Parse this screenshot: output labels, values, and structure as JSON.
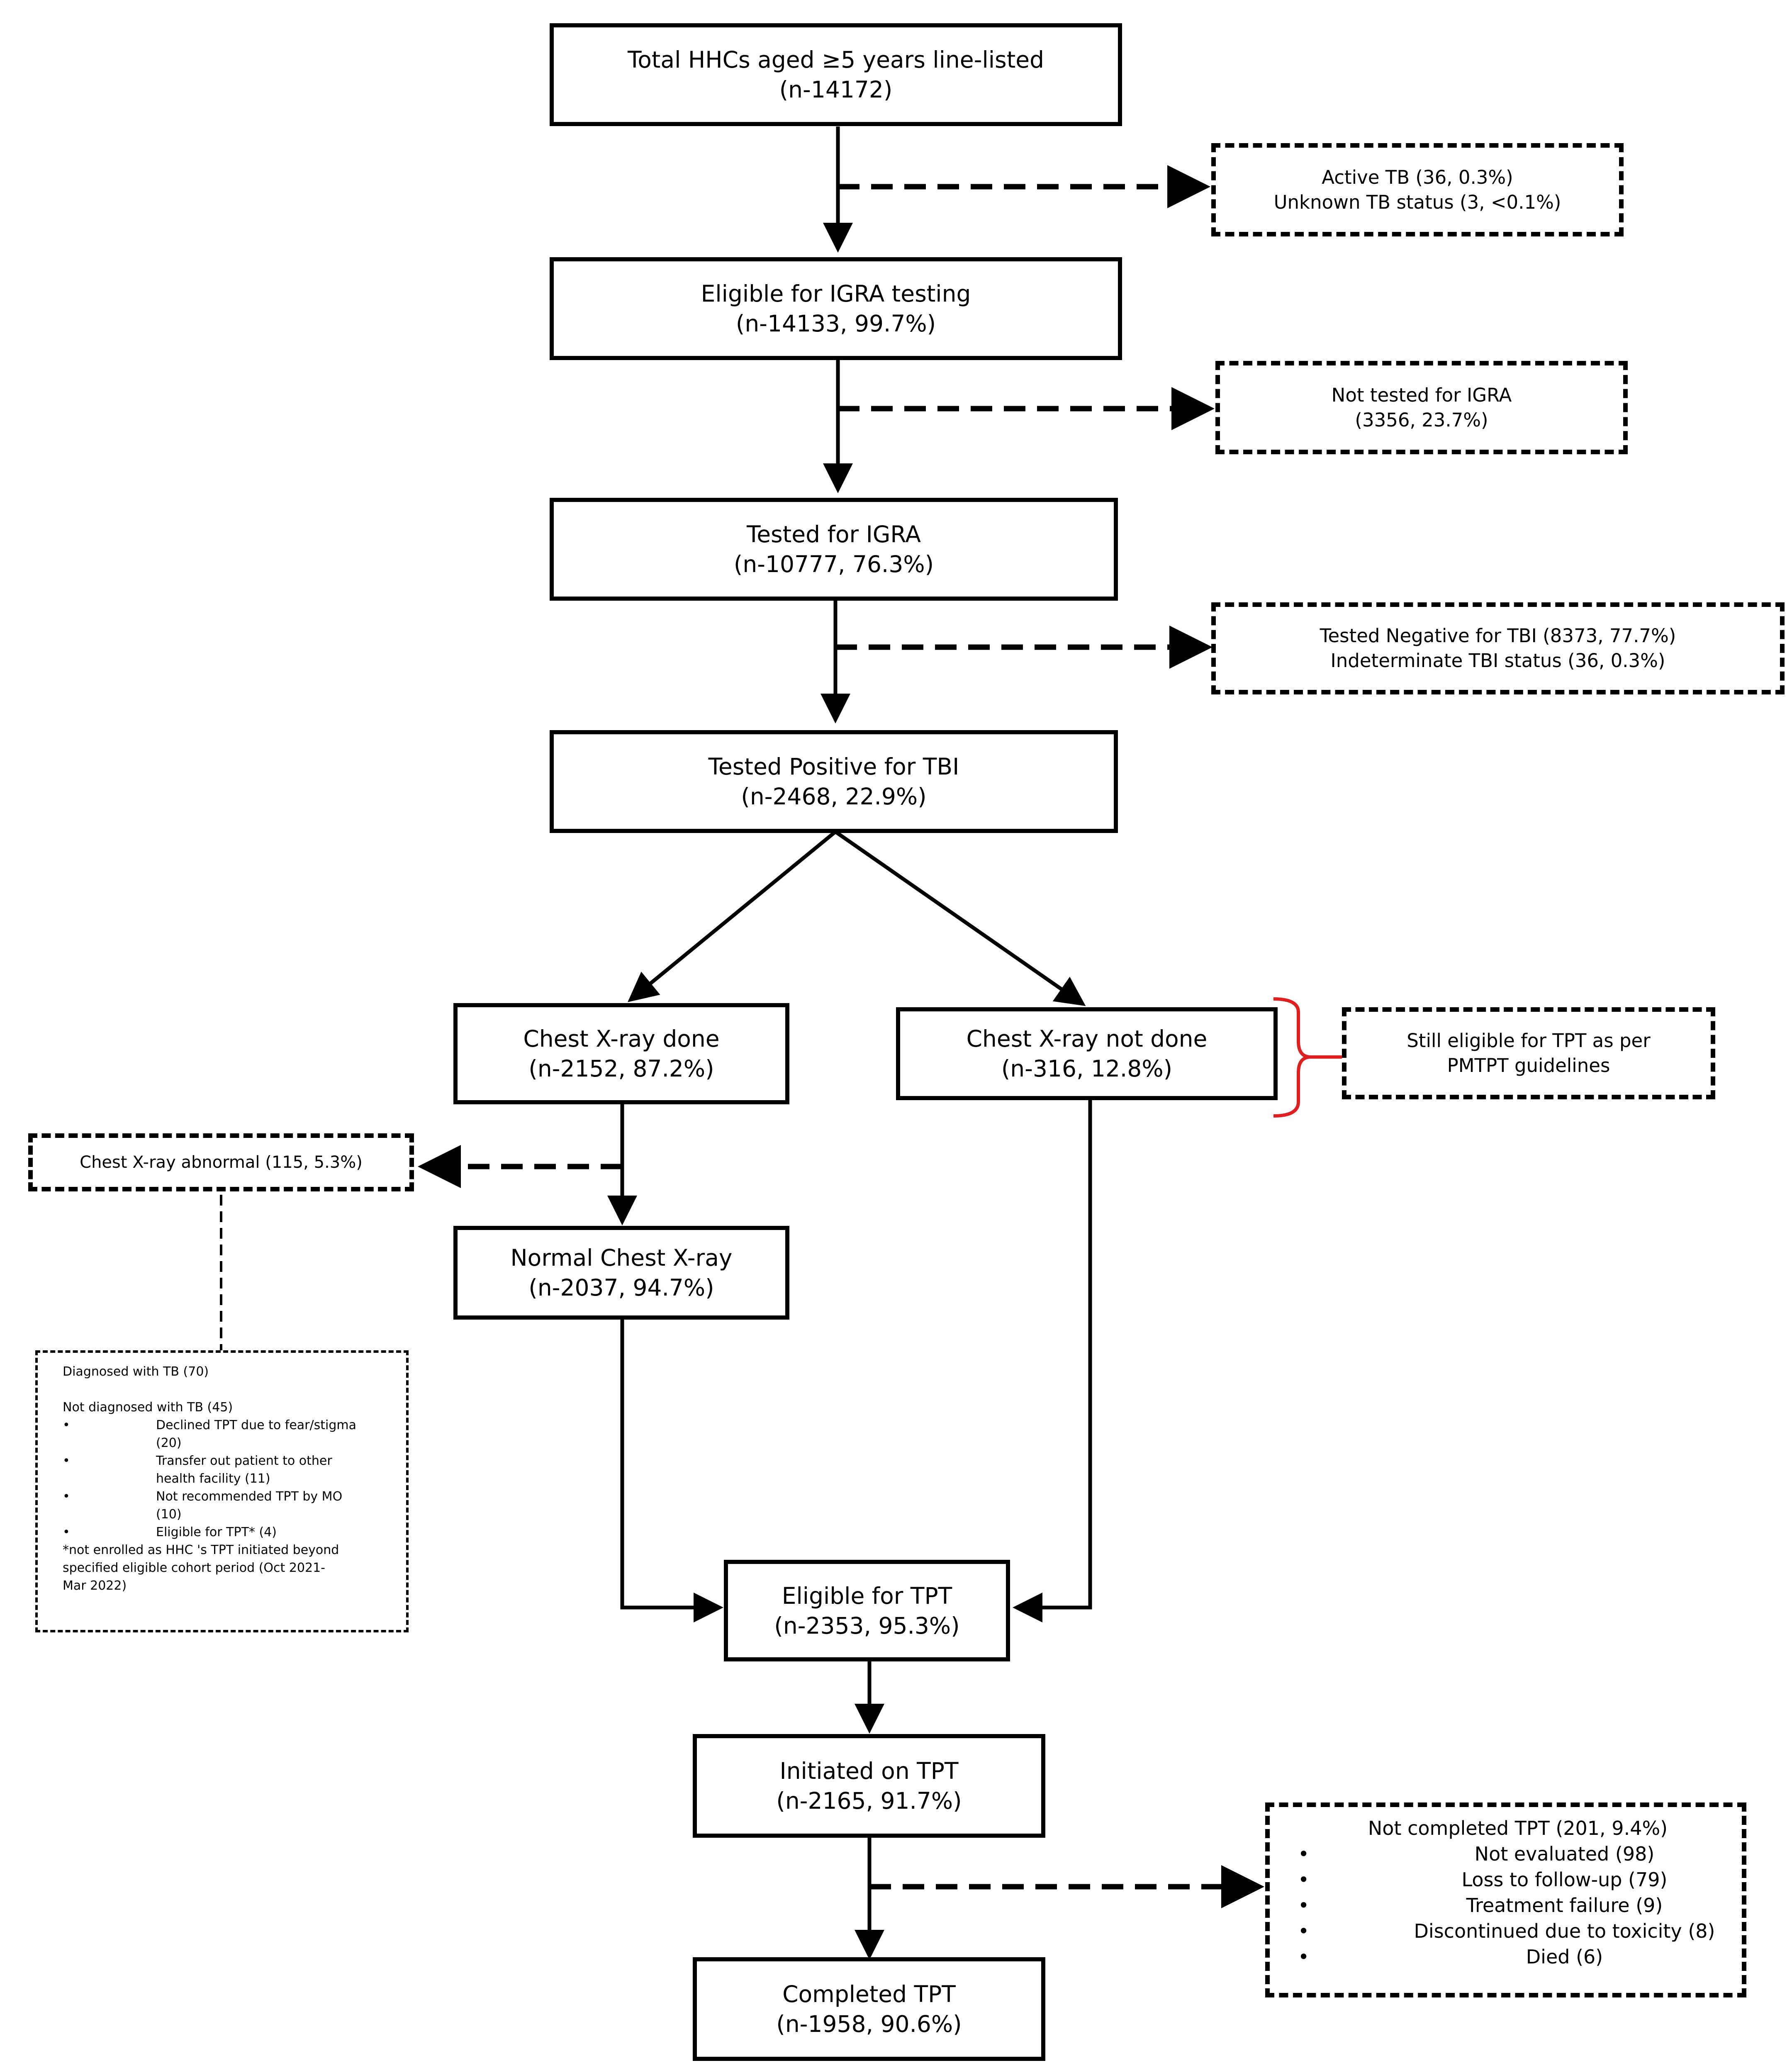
{
  "boxes": {
    "total": {
      "line1": "Total HHCs aged ≥5 years line-listed",
      "line2": "(n-14172)"
    },
    "eligible_igra": {
      "line1": "Eligible for IGRA testing",
      "line2": "(n-14133, 99.7%)"
    },
    "tested_igra": {
      "line1": "Tested for IGRA",
      "line2": "(n-10777, 76.3%)"
    },
    "positive_tbi": {
      "line1": "Tested Positive for TBI",
      "line2": "(n-2468, 22.9%)"
    },
    "cxr_done": {
      "line1": "Chest X-ray done",
      "line2": "(n-2152, 87.2%)"
    },
    "cxr_not_done": {
      "line1": "Chest X-ray not done",
      "line2": "(n-316, 12.8%)"
    },
    "normal_cxr": {
      "line1": "Normal Chest X-ray",
      "line2": "(n-2037, 94.7%)"
    },
    "eligible_tpt": {
      "line1": "Eligible for TPT",
      "line2": "(n-2353, 95.3%)"
    },
    "initiated_tpt": {
      "line1": "Initiated on TPT",
      "line2": "(n-2165, 91.7%)"
    },
    "completed_tpt": {
      "line1": "Completed TPT",
      "line2": "(n-1958, 90.6%)"
    }
  },
  "exclusions": {
    "active_tb": {
      "line1": "Active TB (36, 0.3%)",
      "line2": "Unknown TB status (3, <0.1%)"
    },
    "not_tested": {
      "line1": "Not tested for IGRA",
      "line2": "(3356, 23.7%)"
    },
    "negative_tbi": {
      "line1": "Tested Negative for TBI (8373, 77.7%)",
      "line2": "Indeterminate TBI status (36, 0.3%)"
    },
    "still_eligible": {
      "line1": "Still eligible for TPT as per",
      "line2": "PMTPT guidelines"
    },
    "cxr_abnormal": {
      "label": "Chest X-ray abnormal (115, 5.3%)"
    },
    "abnormal_detail": {
      "diagnosed": "Diagnosed with TB (70)",
      "not_diagnosed": "Not diagnosed with TB (45)",
      "bullet": "•",
      "items": [
        {
          "l1": "Declined TPT due to fear/stigma",
          "l2": "(20)"
        },
        {
          "l1": "Transfer out patient to other",
          "l2": "health facility (11)"
        },
        {
          "l1": "Not recommended TPT by MO",
          "l2": "(10)"
        },
        {
          "l1": "Eligible for TPT* (4)",
          "l2": ""
        }
      ],
      "note": [
        "*not enrolled as HHC 's TPT initiated beyond",
        "specified eligible cohort period (Oct 2021-",
        "Mar 2022)"
      ]
    },
    "not_completed": {
      "title": "Not completed TPT (201, 9.4%)",
      "bullet": "•",
      "items": [
        "Not evaluated (98)",
        "Loss to follow-up (79)",
        "Treatment failure (9)",
        "Discontinued due to toxicity (8)",
        "Died (6)"
      ]
    }
  },
  "colors": {
    "line": "#000000",
    "bracket": "#e02020",
    "background": "#ffffff"
  }
}
